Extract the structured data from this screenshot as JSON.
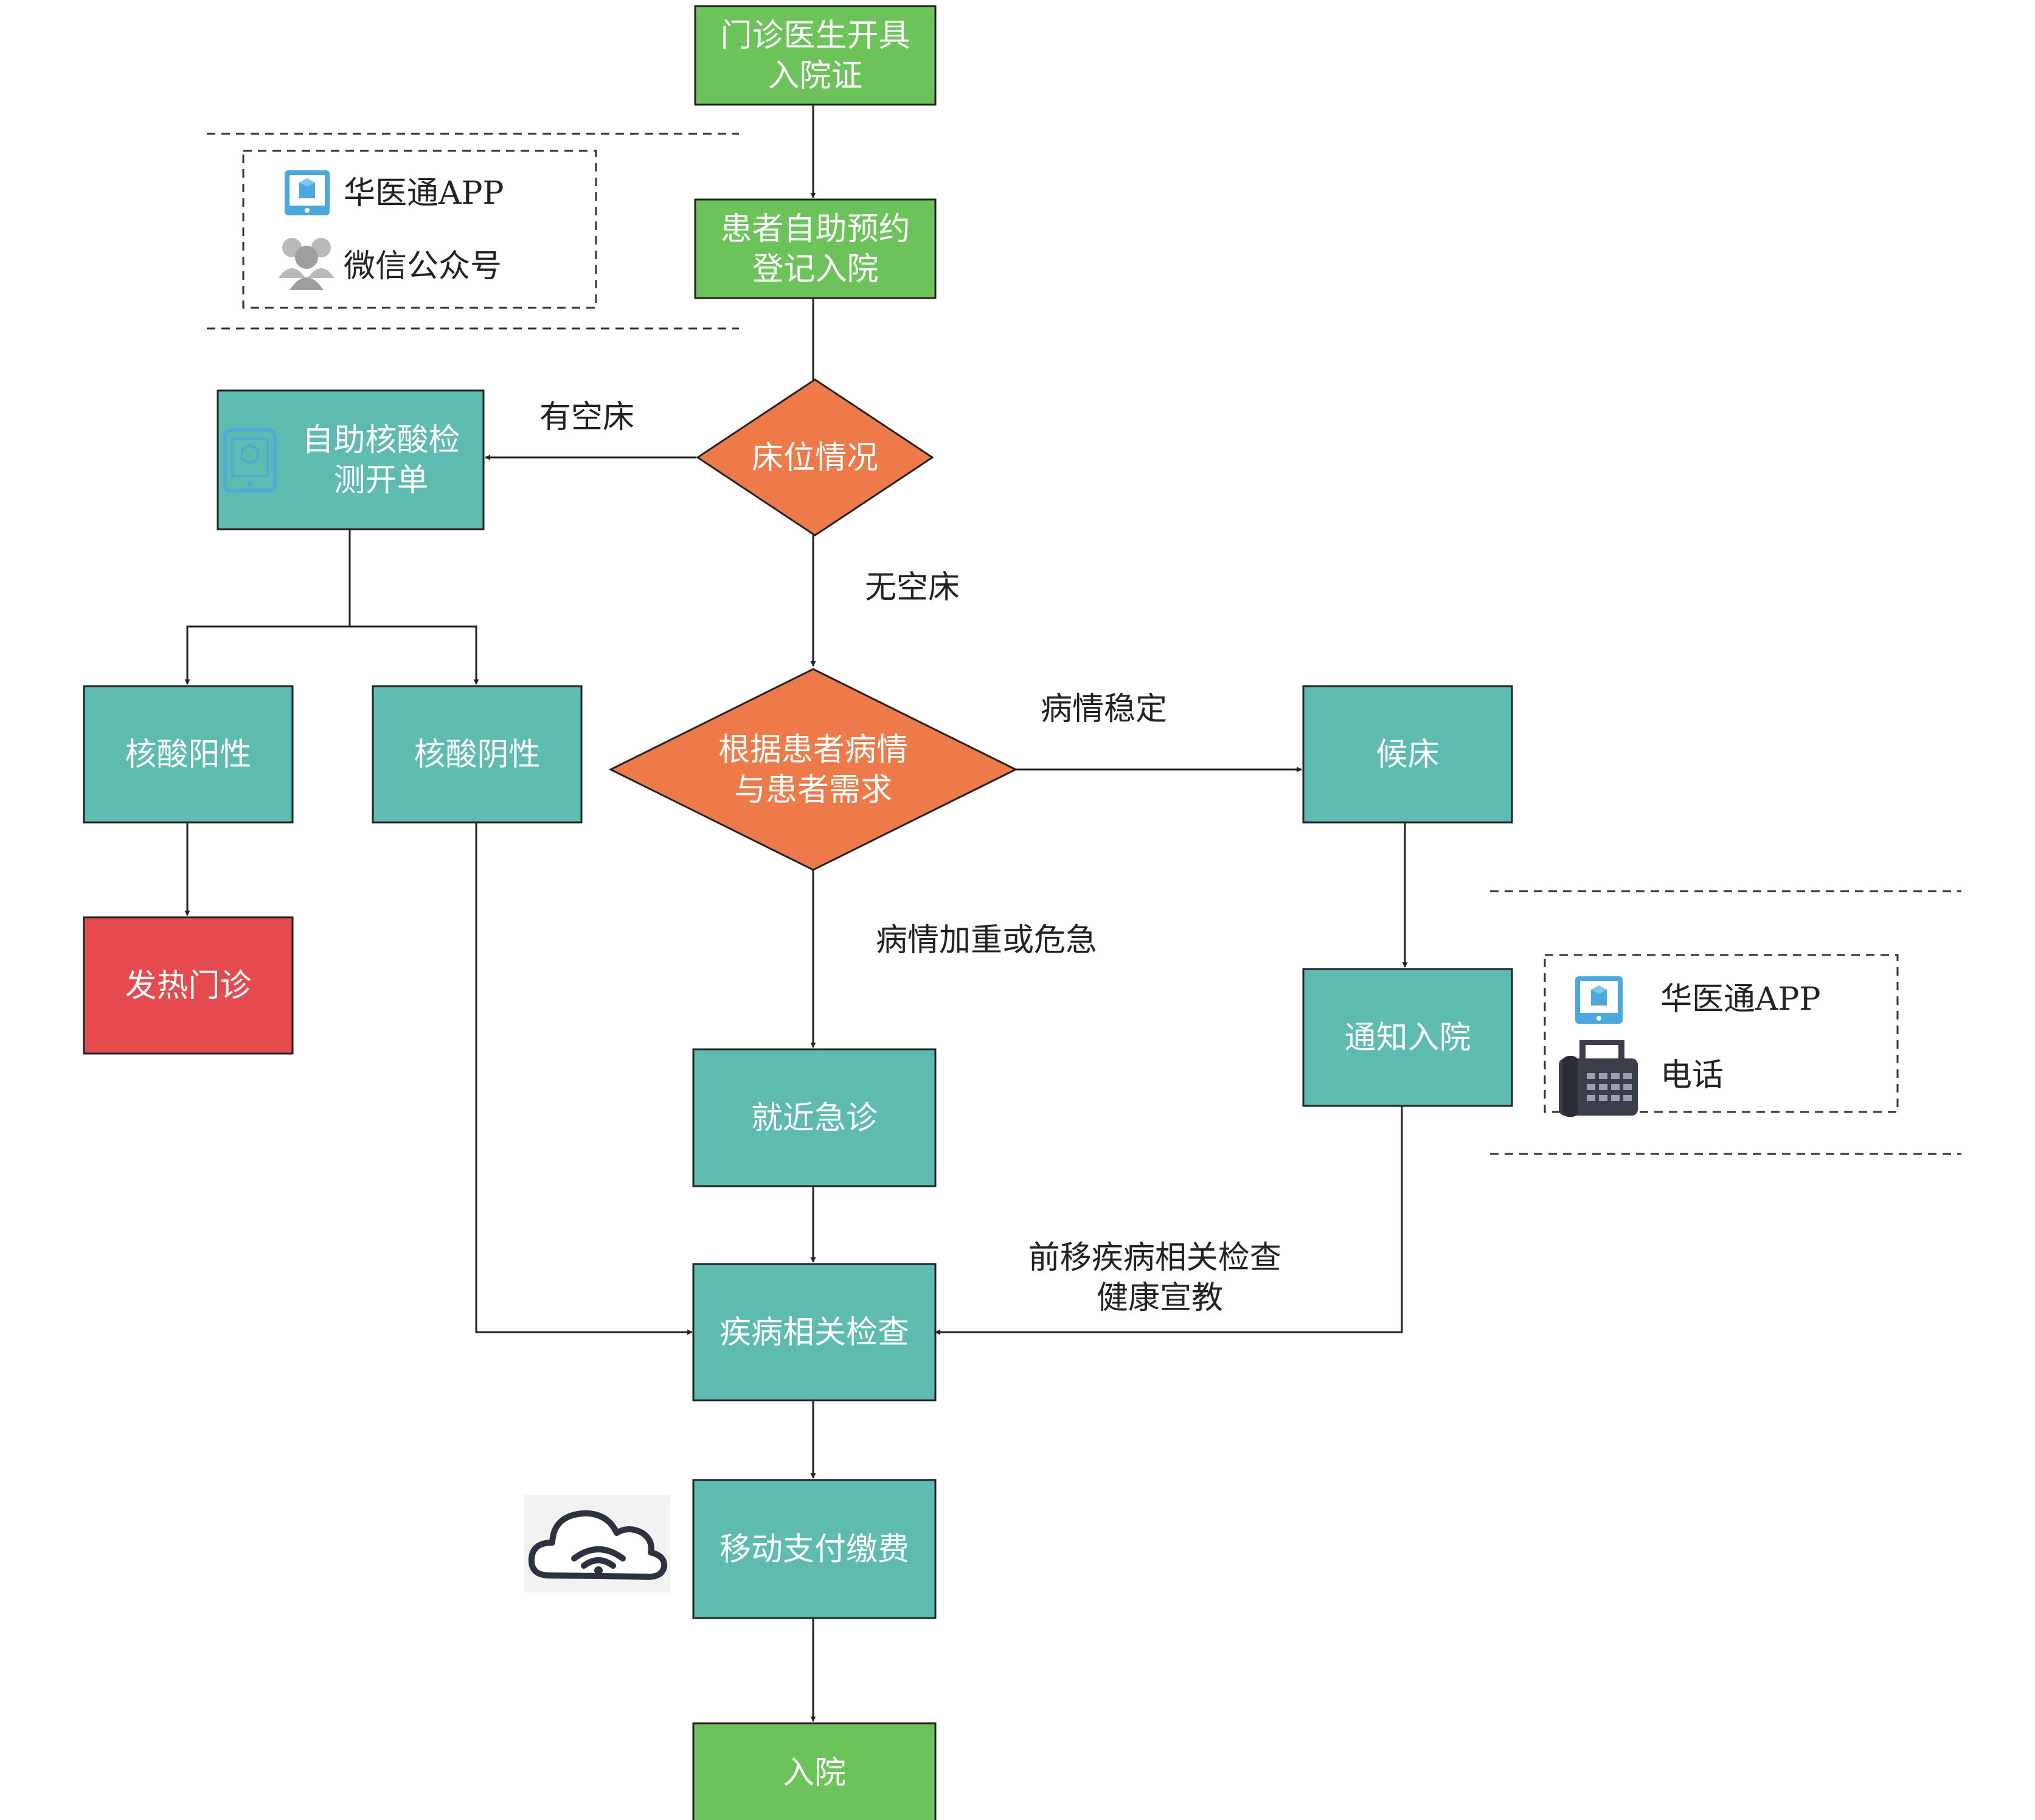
{
  "colors": {
    "green": "#6cc35a",
    "teal": "#5dbbb0",
    "orange": "#ee7a4a",
    "red": "#e44a4e",
    "line": "#222222"
  },
  "nodes": {
    "start": {
      "lines": [
        "门诊医生开具",
        "入院证"
      ]
    },
    "selfbook": {
      "lines": [
        "患者自助预约",
        "登记入院"
      ]
    },
    "bed_status": {
      "lines": [
        "床位情况"
      ]
    },
    "self_test": {
      "lines": [
        "自助核酸检",
        "测开单"
      ]
    },
    "positive": {
      "lines": [
        "核酸阳性"
      ]
    },
    "negative": {
      "lines": [
        "核酸阴性"
      ]
    },
    "decide": {
      "lines": [
        "根据患者病情",
        "与患者需求"
      ]
    },
    "wait": {
      "lines": [
        "候床"
      ]
    },
    "fever": {
      "lines": [
        "发热门诊"
      ]
    },
    "notify": {
      "lines": [
        "通知入院"
      ]
    },
    "emergency": {
      "lines": [
        "就近急诊"
      ]
    },
    "exam": {
      "lines": [
        "疾病相关检查"
      ]
    },
    "pay": {
      "lines": [
        "移动支付缴费"
      ]
    },
    "admit": {
      "lines": [
        "入院"
      ]
    }
  },
  "edge_labels": {
    "has_bed": [
      "有空床"
    ],
    "no_bed": [
      "无空床"
    ],
    "stable": [
      "病情稳定"
    ],
    "severe": [
      "病情加重或危急"
    ],
    "forward": [
      "前移疾病相关检查",
      "健康宣教"
    ]
  },
  "legend_top": [
    {
      "icon": "tablet-app-icon",
      "label": "华医通APP"
    },
    {
      "icon": "wechat-people-icon",
      "label": "微信公众号"
    }
  ],
  "legend_right": [
    {
      "icon": "tablet-app-icon",
      "label": "华医通APP"
    },
    {
      "icon": "phone-fax-icon",
      "label": "电话"
    }
  ],
  "extra_icons": [
    "cloud-wifi-icon"
  ]
}
